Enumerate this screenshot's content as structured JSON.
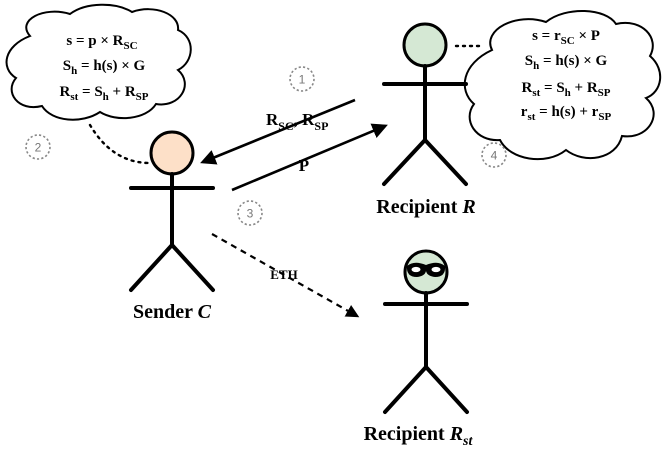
{
  "actors": {
    "sender": {
      "label_main": "Sender ",
      "label_var": "C",
      "head_color": "#fde0c8"
    },
    "recipient_r": {
      "label_main": "Recipient ",
      "label_var": "R",
      "head_color": "#d5e8d4"
    },
    "recipient_rst": {
      "label_main": "Recipient ",
      "label_var": "R",
      "label_sub": "st",
      "head_color": "#d5e8d4"
    }
  },
  "clouds": {
    "left": {
      "line1": {
        "a": "s = p × R",
        "a_sub": "SC"
      },
      "line2": {
        "a": "S",
        "a_sub": "h",
        "b": " = h(s) × G"
      },
      "line3": {
        "a": "R",
        "a_sub": "st",
        "b": " = S",
        "b_sub": "h",
        "c": " + R",
        "c_sub": "SP"
      }
    },
    "right": {
      "line1": {
        "a": "s = r",
        "a_sub": "SC",
        "b": " × P"
      },
      "line2": {
        "a": "S",
        "a_sub": "h",
        "b": " = h(s) × G"
      },
      "line3": {
        "a": "R",
        "a_sub": "st",
        "b": " = S",
        "b_sub": "h",
        "c": " + R",
        "c_sub": "SP"
      },
      "line4": {
        "a": "r",
        "a_sub": "st",
        "b": " = h(s) + r",
        "b_sub": "SP"
      }
    }
  },
  "arrows": {
    "keys_label": {
      "a": "R",
      "a_sub": "SC",
      "b": ", R",
      "b_sub": "SP"
    },
    "p_label": "P",
    "eth_label": "ETH"
  },
  "steps": [
    "1",
    "2",
    "3",
    "4"
  ]
}
